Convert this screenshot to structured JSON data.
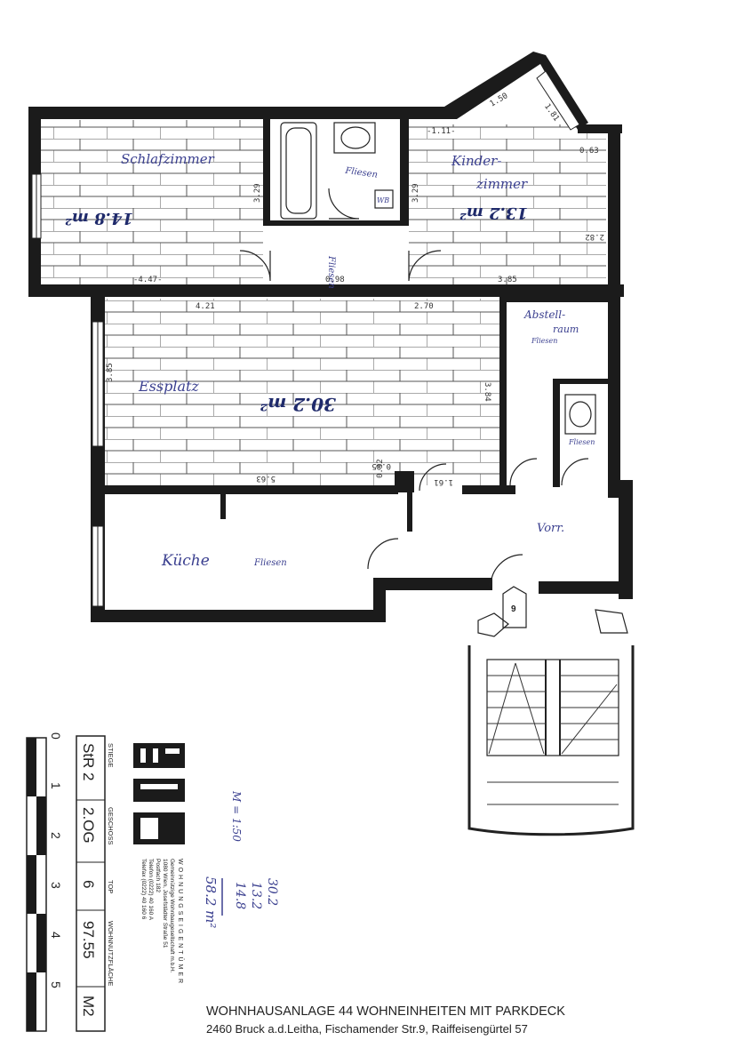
{
  "rooms": {
    "schlafzimmer": {
      "name": "Schlafzimmer",
      "area": "14.8 m²",
      "dim_h": "-4.47-",
      "dim_v": "3.29"
    },
    "bad": {
      "name": "Fliesen",
      "small": "WB",
      "dim_v": "3.29"
    },
    "kinderzimmer": {
      "name_1": "Kinder-",
      "name_2": "zimmer",
      "area": "13.2 m²",
      "dim_top": "-1.11-",
      "dim_bottom": "3.85",
      "dim_right": "2.82",
      "dim_diag_1": "1.50",
      "dim_diag_2": "1.81",
      "dim_small": "0.63"
    },
    "flur": {
      "name": "Fliesen",
      "dim_1": "0.98",
      "dim_2": "2.70"
    },
    "essplatz": {
      "name": "Essplatz",
      "area": "30.2 m²",
      "dim_top": "4.21",
      "dim_bottom": "5.63",
      "dim_left": "3.85",
      "dim_right": "3.84",
      "dim_small_1": "0.85",
      "dim_small_2": "1.61",
      "dim_small_3": "0.32"
    },
    "abstellraum": {
      "name_1": "Abstell-",
      "name_2": "raum",
      "floor": "Fliesen"
    },
    "wc": {
      "floor": "Fliesen"
    },
    "kueche": {
      "name": "Küche",
      "floor": "Fliesen"
    },
    "vorraum": {
      "name": "Vorr."
    },
    "top_number": "9"
  },
  "notes": {
    "scale": "M = 1:50",
    "sum_lines": [
      "30.2",
      "13.2",
      "14.8"
    ],
    "sum_total": "58.2 m²"
  },
  "logo": {
    "company_letters": "WOHNUNGSEIGENTÜMER",
    "company_lines": [
      "Gemeinnützige Wohnbaugesellschaft m.b.H.",
      "1080 Wien, Josefstädter Straße 51",
      "Postfach 182",
      "Telefon (0222) 40 160 A",
      "Telefax (0222) 40 160 6"
    ]
  },
  "info_table": {
    "headers": [
      "STIEGE",
      "GESCHOSS",
      "TOP",
      "WOHNNUTZFLÄCHE"
    ],
    "values": [
      "StR 2",
      "2.OG",
      "6",
      "97.55"
    ],
    "extra": "M2"
  },
  "scale_bar": {
    "labels": [
      "0",
      "1",
      "2",
      "3",
      "4",
      "5"
    ]
  },
  "footer": {
    "line1": "WOHNHAUSANLAGE    44 WOHNEINHEITEN MIT PARKDECK",
    "line2": "2460 Bruck a.d.Leitha, Fischamender Str.9, Raiffeisengürtel 57"
  }
}
